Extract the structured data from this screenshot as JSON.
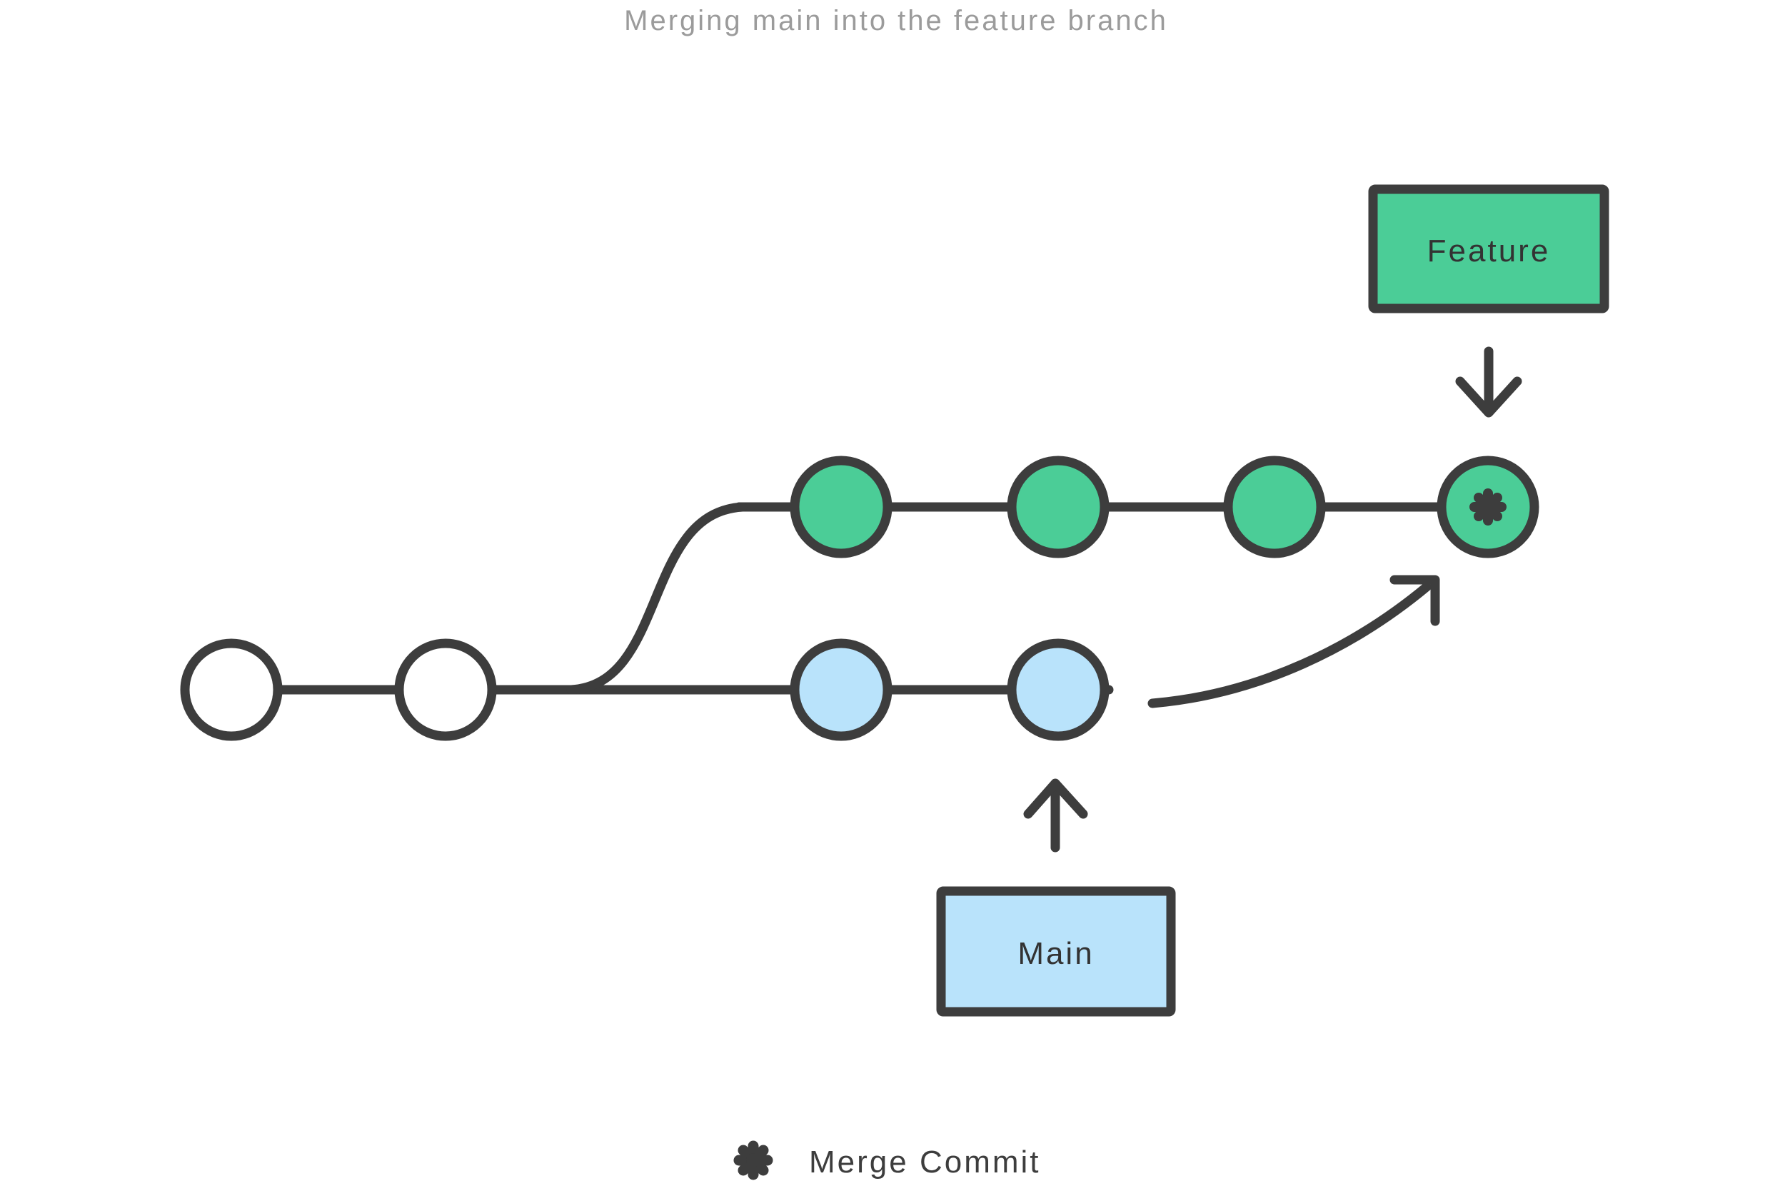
{
  "title": "Merging main into the feature branch",
  "branch_labels": {
    "feature": "Feature",
    "main": "Main"
  },
  "legend": {
    "merge_commit": "Merge Commit"
  },
  "colors": {
    "background": "#FFFFFF",
    "line": "#3D3D3D",
    "title_text": "#9B9B9B",
    "label_text": "#333333",
    "legend_text": "#3D3D3D",
    "feature_green": "#4BCD97",
    "main_blue": "#B9E3FB",
    "commit_white": "#FFFFFF"
  },
  "nodes": {
    "shared": [
      {
        "fill": "#FFFFFF"
      },
      {
        "fill": "#FFFFFF"
      }
    ],
    "main": [
      {
        "fill": "#B9E3FB"
      },
      {
        "fill": "#B9E3FB"
      }
    ],
    "feature": [
      {
        "fill": "#4BCD97"
      },
      {
        "fill": "#4BCD97"
      },
      {
        "fill": "#4BCD97"
      }
    ],
    "merge": {
      "fill": "#4BCD97"
    }
  }
}
